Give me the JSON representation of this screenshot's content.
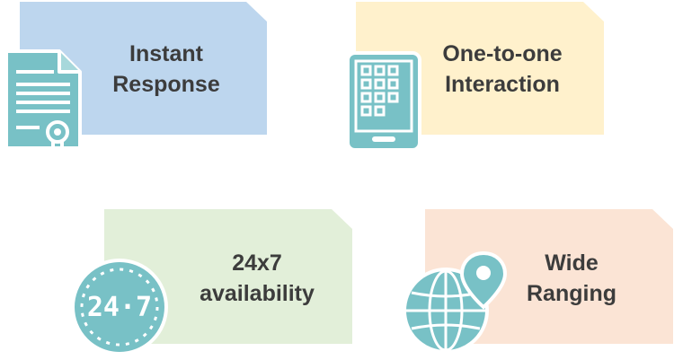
{
  "cards": [
    {
      "line1": "Instant",
      "line2": "Response",
      "icon": "certificate-icon",
      "color": "#bdd6ee"
    },
    {
      "line1": "One-to-one",
      "line2": "Interaction",
      "icon": "tablet-icon",
      "color": "#fff1cc"
    },
    {
      "line1": "24x7",
      "line2": "availability",
      "icon": "clock-24x7-icon",
      "color": "#e2efd9"
    },
    {
      "line1": "Wide",
      "line2": "Ranging",
      "icon": "globe-location-icon",
      "color": "#fbe4d5"
    }
  ],
  "clock_text": "24·7",
  "icon_color": "#78c1c6"
}
